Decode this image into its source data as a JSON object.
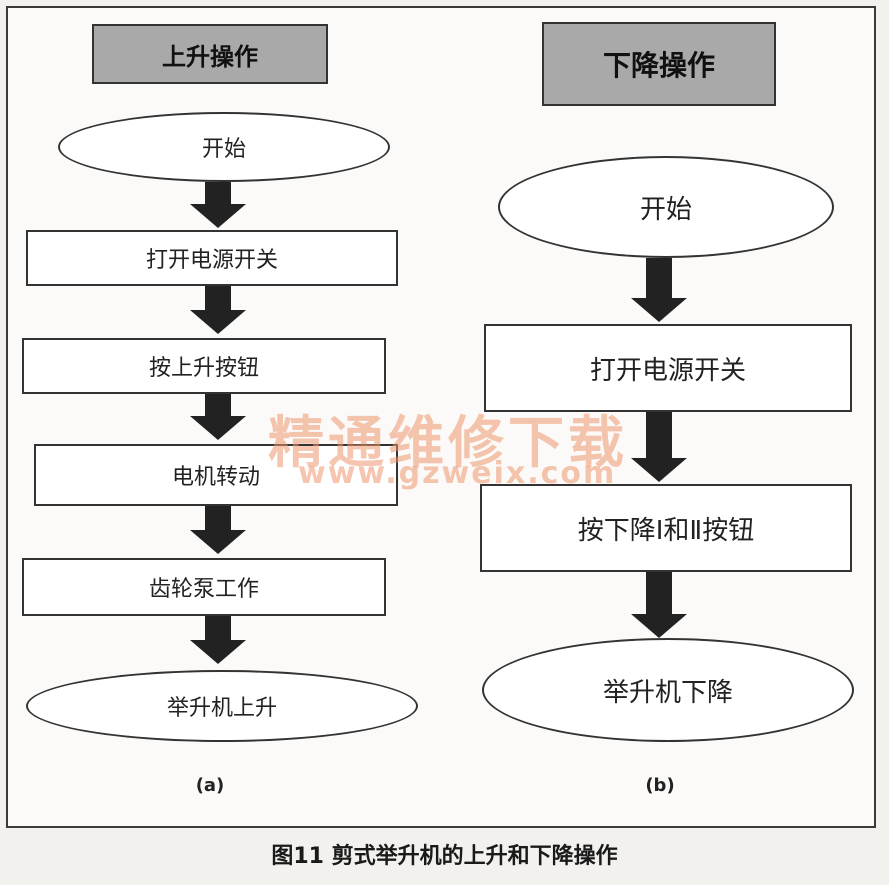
{
  "left_flow": {
    "header": "上升操作",
    "start": "开始",
    "steps": [
      "打开电源开关",
      "按上升按钮",
      "电机转动",
      "齿轮泵工作"
    ],
    "end": "举升机上升",
    "label": "(a)"
  },
  "right_flow": {
    "header": "下降操作",
    "start": "开始",
    "steps": [
      "打开电源开关",
      "按下降Ⅰ和Ⅱ按钮"
    ],
    "end": "举升机下降",
    "label": "(b)"
  },
  "watermark": {
    "text": "精通维修下载",
    "url": "www.gzweix.com"
  },
  "caption": "图11 剪式举升机的上升和下降操作"
}
